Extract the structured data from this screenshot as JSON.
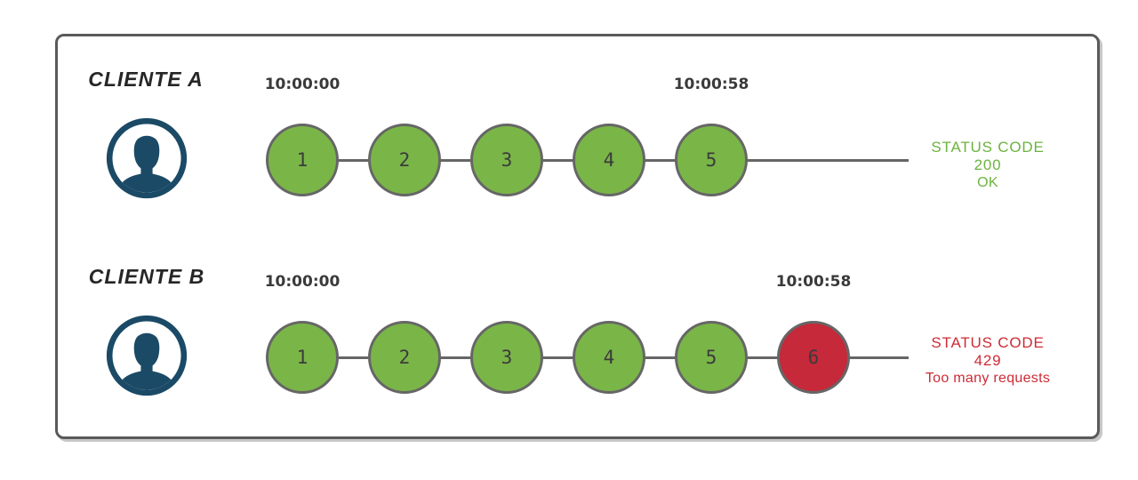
{
  "diagram_title": "rate-limiting-clients-diagram",
  "colors": {
    "ok_circle": "#7ab548",
    "blocked_circle": "#c5293a",
    "circle_border": "#666666",
    "line": "#666666",
    "ok_text": "#6cb33f",
    "error_text": "#ce2b36",
    "avatar_navy": "#1b4a66",
    "box_border": "#5a5a5a",
    "label_text": "#262626",
    "timestamp_text": "#3a3a3a"
  },
  "rows": [
    {
      "client_label": "CLIENTE A",
      "start_time": "10:00:00",
      "end_time": "10:00:58",
      "requests": [
        {
          "label": "1",
          "state": "ok"
        },
        {
          "label": "2",
          "state": "ok"
        },
        {
          "label": "3",
          "state": "ok"
        },
        {
          "label": "4",
          "state": "ok"
        },
        {
          "label": "5",
          "state": "ok"
        }
      ],
      "status": {
        "type": "ok",
        "line1": "STATUS CODE 200",
        "line2": "OK"
      }
    },
    {
      "client_label": "CLIENTE B",
      "start_time": "10:00:00",
      "end_time": "10:00:58",
      "requests": [
        {
          "label": "1",
          "state": "ok"
        },
        {
          "label": "2",
          "state": "ok"
        },
        {
          "label": "3",
          "state": "ok"
        },
        {
          "label": "4",
          "state": "ok"
        },
        {
          "label": "5",
          "state": "ok"
        },
        {
          "label": "6",
          "state": "blocked"
        }
      ],
      "status": {
        "type": "error",
        "line1": "STATUS CODE 429",
        "line2": "Too many requests"
      }
    }
  ]
}
